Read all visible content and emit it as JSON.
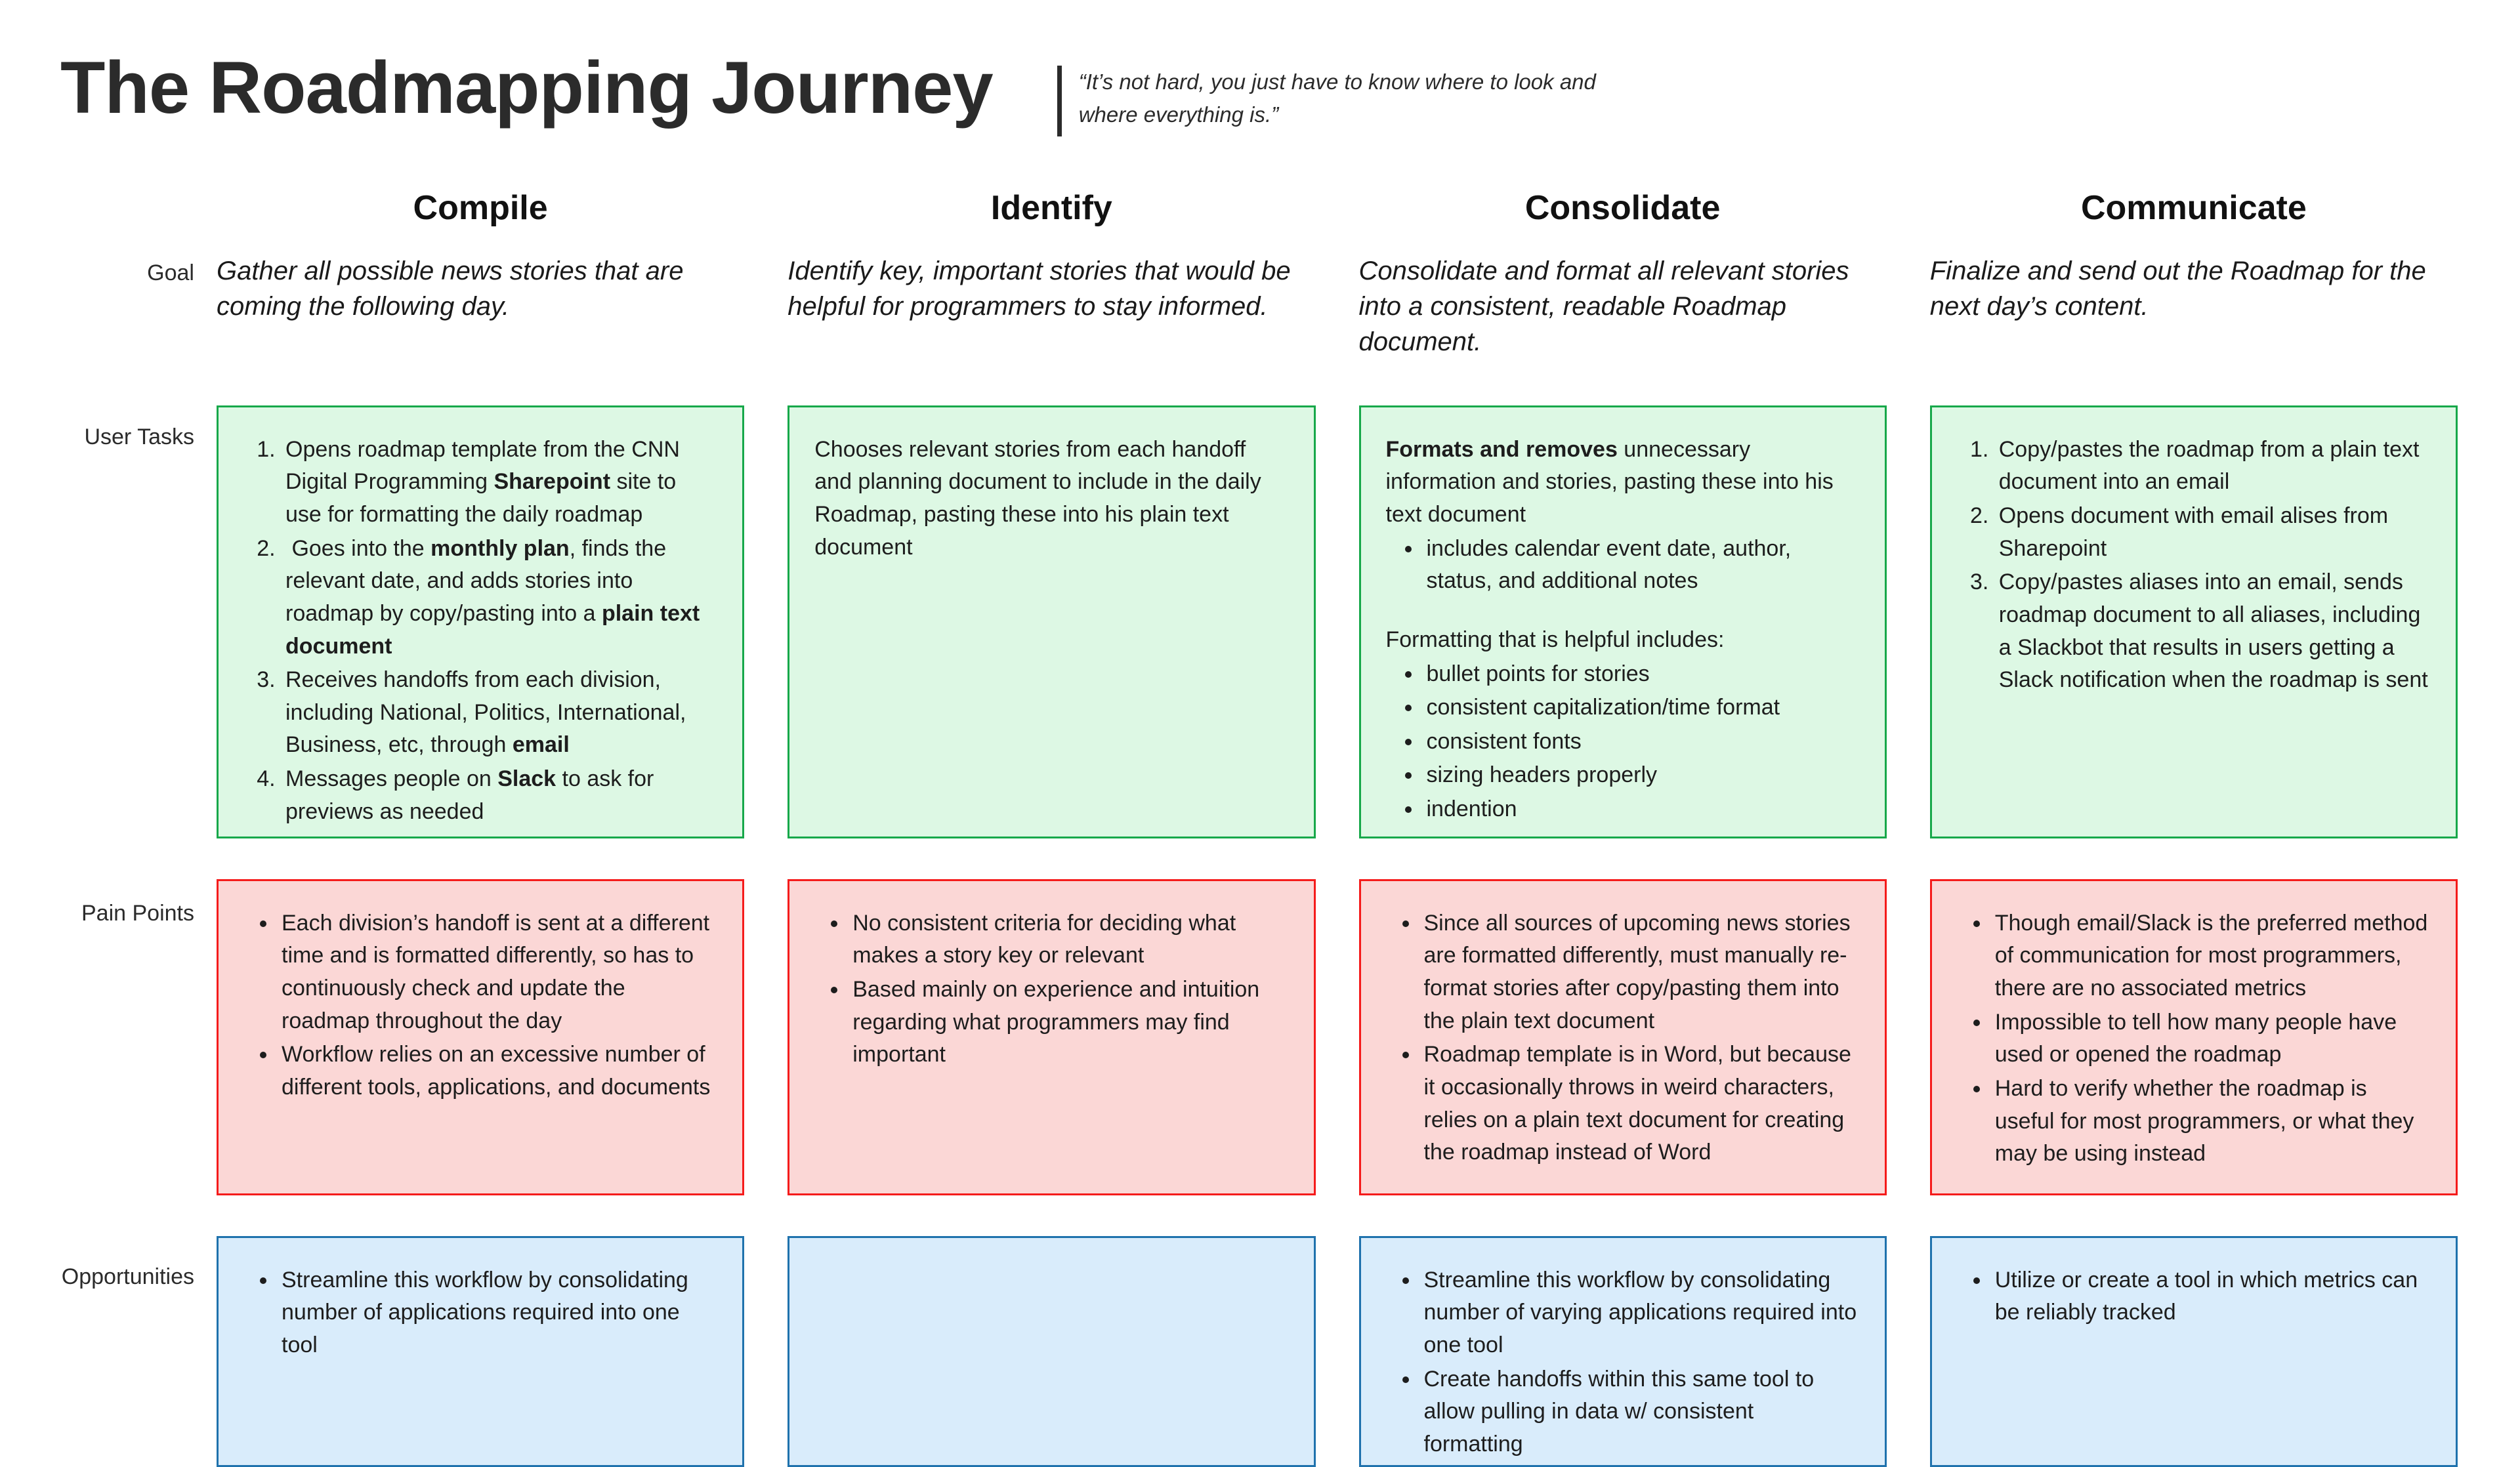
{
  "header": {
    "title": "The Roadmapping Journey",
    "quote": "“It’s not hard, you just have to know where to look and where everything is.”"
  },
  "row_labels": {
    "goal": "Goal",
    "user_tasks": "User Tasks",
    "pain_points": "Pain Points",
    "opportunities": "Opportunities"
  },
  "colors": {
    "green_fill": "#ddf8e4",
    "green_border": "#17a84a",
    "red_fill": "#fbd7d6",
    "red_border": "#f51b1b",
    "blue_fill": "#d9ecfb",
    "blue_border": "#1f72ad",
    "text": "#1d1d1d",
    "title": "#2b2b2b"
  },
  "phases": [
    {
      "name": "Compile",
      "goal": "Gather all possible news stories that are coming the following day.",
      "user_tasks_kind": "ordered",
      "user_tasks": [
        "Opens roadmap template from the CNN Digital Programming <b>Sharepoint</b> site to use for formatting the daily roadmap",
        "&nbsp;Goes into the <b>monthly plan</b>, finds the relevant date, and adds stories into roadmap by copy/pasting into a <b>plain text document</b>",
        "Receives handoffs from each division, including National, Politics, International, Business, etc, through <b>email</b>",
        "Messages people on <b>Slack</b> to ask for previews as needed"
      ],
      "pain_points": [
        "Each division’s handoff is sent at a different time and is formatted differently, so has to continuously check and update the roadmap throughout the day",
        "Workflow relies on an excessive number of different tools, applications, and documents"
      ],
      "opportunities": [
        "Streamline this workflow by consolidating number of applications required into one tool"
      ]
    },
    {
      "name": "Identify",
      "goal": "Identify key, important stories that would be helpful for programmers to stay informed.",
      "user_tasks_kind": "plain",
      "user_tasks_plain": "Chooses relevant stories from each handoff and planning document to include in the daily Roadmap, pasting these into his plain text document",
      "pain_points": [
        "No consistent criteria for deciding what makes a story key or relevant",
        "Based mainly on experience and intuition regarding what programmers may find important"
      ],
      "opportunities": []
    },
    {
      "name": "Consolidate",
      "goal": "Consolidate and format all relevant stories into a consistent, readable Roadmap document.",
      "user_tasks_kind": "composite",
      "user_tasks_intro": "<b>Formats and removes</b> unnecessary information and stories, pasting these into his text document",
      "user_tasks_intro_bullets": [
        "includes calendar event date, author, status, and additional notes"
      ],
      "user_tasks_second_intro": "Formatting that is helpful includes:",
      "user_tasks_second_bullets": [
        "bullet points for stories",
        "consistent capitalization/time format",
        "consistent fonts",
        "sizing headers properly",
        "indention"
      ],
      "pain_points": [
        "Since all sources of upcoming news stories are formatted differently, must manually re-format stories after copy/pasting them into the plain text document",
        "Roadmap template is in Word, but because it occasionally throws in weird characters, relies on a plain text document for creating the roadmap instead of Word"
      ],
      "opportunities": [
        "Streamline this workflow by consolidating number of varying applications required into one tool",
        "Create handoffs within this same tool to allow pulling in data w/ consistent formatting"
      ]
    },
    {
      "name": "Communicate",
      "goal": "Finalize and send out the Roadmap for the next day’s content.",
      "user_tasks_kind": "ordered",
      "user_tasks": [
        "Copy/pastes the roadmap from a plain text document into an email",
        "Opens document with email alises from Sharepoint",
        "Copy/pastes aliases into an email, sends roadmap document to all aliases, including a Slackbot that results in users getting a Slack notification when the roadmap is sent"
      ],
      "pain_points": [
        "Though email/Slack is the preferred method of communication for most programmers, there are no associated metrics",
        "Impossible to tell how many people have used or opened the roadmap",
        "Hard to verify whether the roadmap is useful for most programmers, or what they may be using instead"
      ],
      "opportunities": [
        "Utilize or create a tool in which metrics can be reliably tracked"
      ]
    }
  ]
}
